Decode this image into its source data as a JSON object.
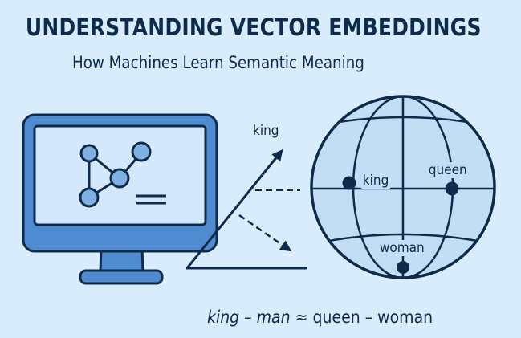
{
  "header": {
    "title": "UNDERSTANDING VECTOR EMBEDDINGS",
    "subtitle": "How Machines Learn Semantic Meaning"
  },
  "colors": {
    "background": "#d8ecfb",
    "ink": "#0f2b4c",
    "monitor_blue": "#4f8bd0",
    "screen_fill": "#d3e8fb",
    "node_fill": "#7fb1e3",
    "globe_fill": "#c3ddf5"
  },
  "icons": {
    "monitor": "monitor-icon",
    "network_graph": "network-graph-icon",
    "globe": "globe-icon"
  },
  "vector_diagram": {
    "arrow_label": "king"
  },
  "globe": {
    "points": [
      {
        "label": "king"
      },
      {
        "label": "queen"
      },
      {
        "label": "woman"
      }
    ]
  },
  "equation": {
    "lhs_a": "king",
    "minus1": " – ",
    "lhs_b": "man",
    "approx": " ≈ ",
    "rhs": "queen – woman"
  }
}
